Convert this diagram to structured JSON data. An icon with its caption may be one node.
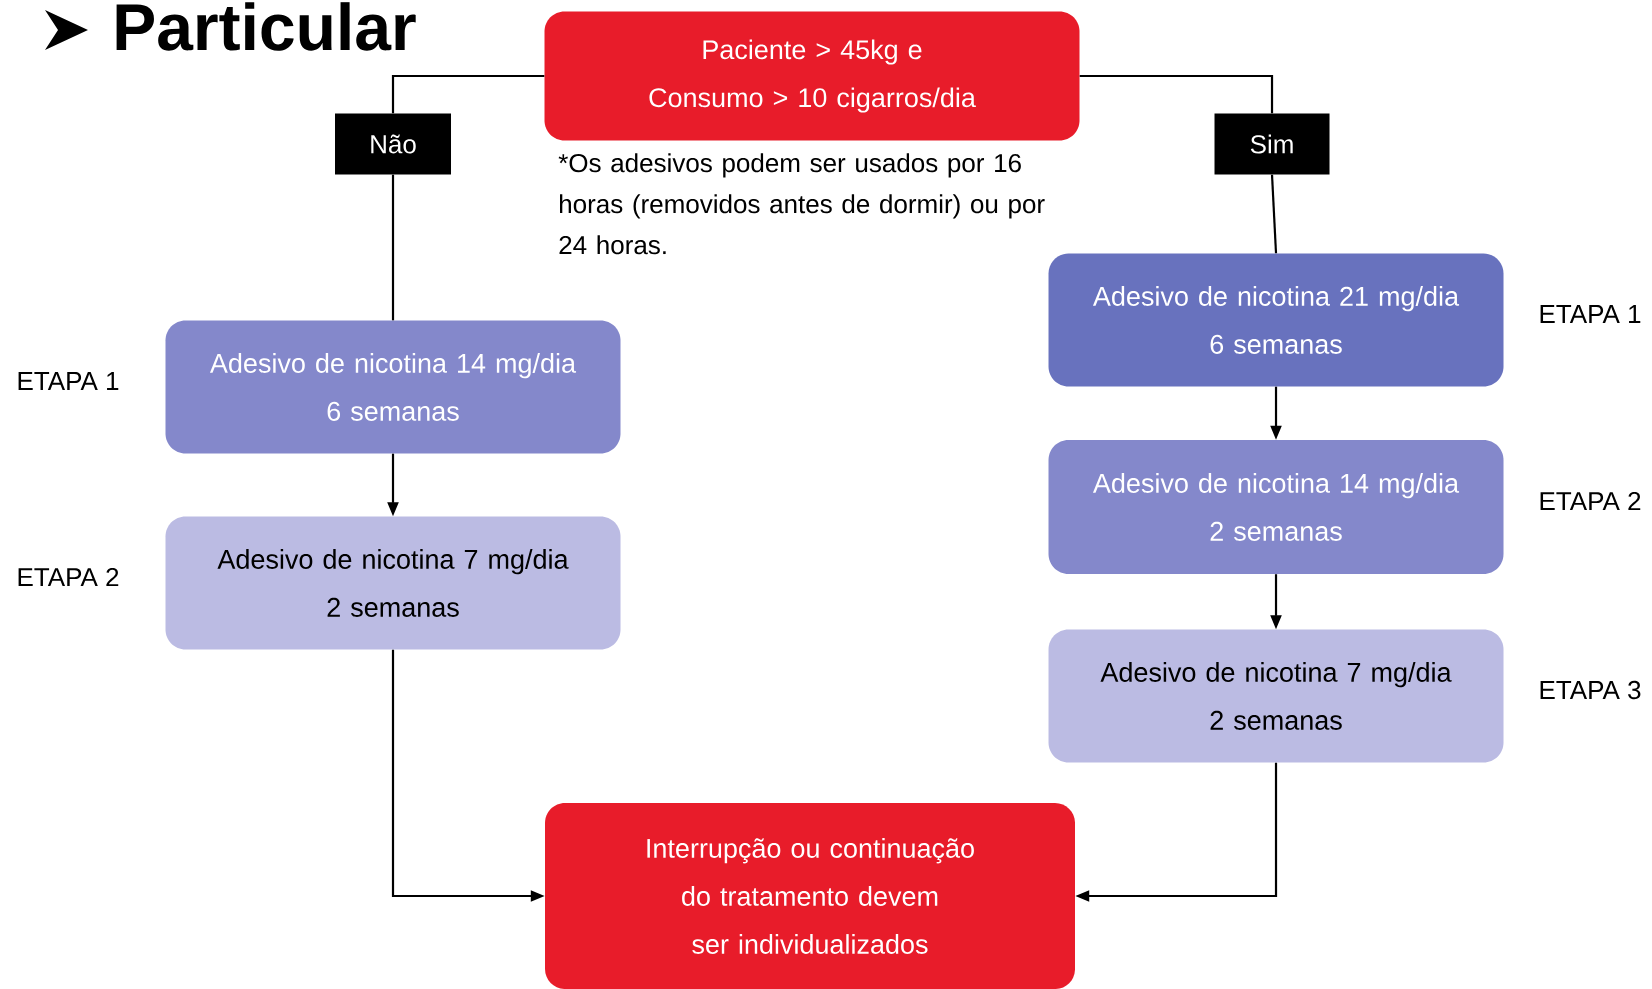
{
  "diagram": {
    "title": "Particular",
    "nodes": [
      {
        "text": [
          "Paciente > 45kg e Consumo > 10 cigarros/dia"
        ]
      },
      {
        "text": [
          "Não"
        ]
      },
      {
        "text": [
          "Sim"
        ]
      },
      {
        "text": [
          "Adesivo de nicotina 14 mg/dia",
          "6 semanas"
        ],
        "beside": [
          "ETAPA 1"
        ]
      },
      {
        "text": [
          "Adesivo de nicotina 7 mg/dia",
          "2 semanas"
        ],
        "beside": [
          "ETAPA 2"
        ]
      },
      {
        "text": [
          "Adesivo de nicotina 21 mg/dia",
          "6 semanas"
        ],
        "beside": [
          "ETAPA 1"
        ]
      },
      {
        "text": [
          "Adesivo de nicotina 14 mg/dia",
          "2 semanas"
        ],
        "beside": [
          "ETAPA 2"
        ]
      },
      {
        "text": [
          "Adesivo de nicotina 7 mg/dia",
          "2 semanas"
        ],
        "beside": [
          "ETAPA 3"
        ]
      },
      {
        "text": [
          "Interrupção ou continuação do tratamento devem ser individualizados"
        ]
      }
    ],
    "edges": [
      {
        "from": 0,
        "to": 1,
        "arrow": "none"
      },
      {
        "from": 1,
        "to": 3,
        "arrow": "none"
      },
      {
        "from": 3,
        "to": 4,
        "arrow": "to"
      },
      {
        "from": 4,
        "to": 8,
        "arrow": "to"
      },
      {
        "from": 0,
        "to": 2,
        "arrow": "none"
      },
      {
        "from": 2,
        "to": 5,
        "arrow": "none"
      },
      {
        "from": 5,
        "to": 6,
        "arrow": "to"
      },
      {
        "from": 6,
        "to": 7,
        "arrow": "to"
      },
      {
        "from": 7,
        "to": 8,
        "arrow": "to"
      }
    ],
    "labels": [
      "*Os adesivos podem ser usados por 16 horas (removidos antes de dormir) ou por 24 horas."
    ]
  }
}
